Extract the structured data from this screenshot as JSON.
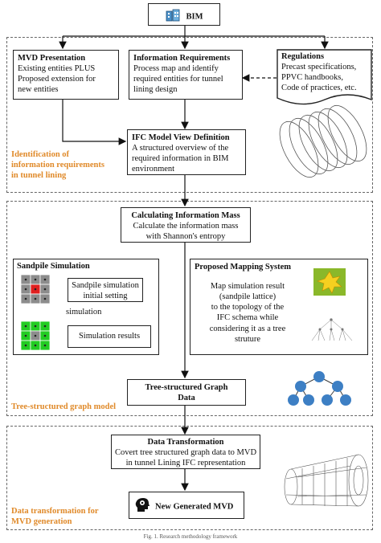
{
  "bim": {
    "label": "BIM"
  },
  "mvd_presentation": {
    "title": "MVD Presentation",
    "lines": [
      "Existing entities PLUS",
      "Proposed extension for",
      "new entities"
    ]
  },
  "info_requirements": {
    "title": "Information Requirements",
    "lines": [
      "Process map and identify",
      "required entities for tunnel",
      "lining design"
    ]
  },
  "regulations": {
    "title": "Regulations",
    "lines": [
      "Precast specifications,",
      "PPVC handbooks,",
      "Code of practices, etc."
    ]
  },
  "ifc_mvd": {
    "title": "IFC Model View Definition",
    "lines": [
      "A structured overview of the",
      "required information in BIM",
      "environment"
    ]
  },
  "section1": {
    "label_lines": [
      "Identification of",
      "information requirements",
      "in tunnel lining"
    ]
  },
  "calc_info": {
    "title": "Calculating Information Mass",
    "lines": [
      "Calculate the information mass",
      "with Shannon's entropy"
    ]
  },
  "sandpile": {
    "title": "Sandpile Simulation",
    "initial_lines": [
      "Sandpile simulation",
      "initial setting"
    ],
    "simulation_label": "simulation",
    "results": "Simulation results"
  },
  "mapping": {
    "title": "Proposed Mapping System",
    "lines": [
      "Map simulation result",
      "(sandpile lattice)",
      "to the topology of the",
      "IFC schema while",
      "considering it as a tree",
      "struture"
    ]
  },
  "tree_graph": {
    "lines": [
      "Tree-structured Graph",
      "Data"
    ]
  },
  "section2": {
    "label": "Tree-structured graph model"
  },
  "data_transform": {
    "title": "Data Transformation",
    "lines": [
      "Covert tree structured graph data to MVD",
      "in tunnel Lining IFC representation"
    ]
  },
  "new_mvd": {
    "label": "New Generated MVD"
  },
  "section3": {
    "label_lines": [
      "Data transformation for",
      "MVD generation"
    ]
  },
  "caption": {
    "text": "Fig. 1. Research methodology framework"
  },
  "colors": {
    "accent": "#e08a2a",
    "grid_red": "#e02020",
    "grid_green": "#22cc22",
    "node_blue": "#3d7fc4",
    "arrow_red": "#d02a1a"
  }
}
